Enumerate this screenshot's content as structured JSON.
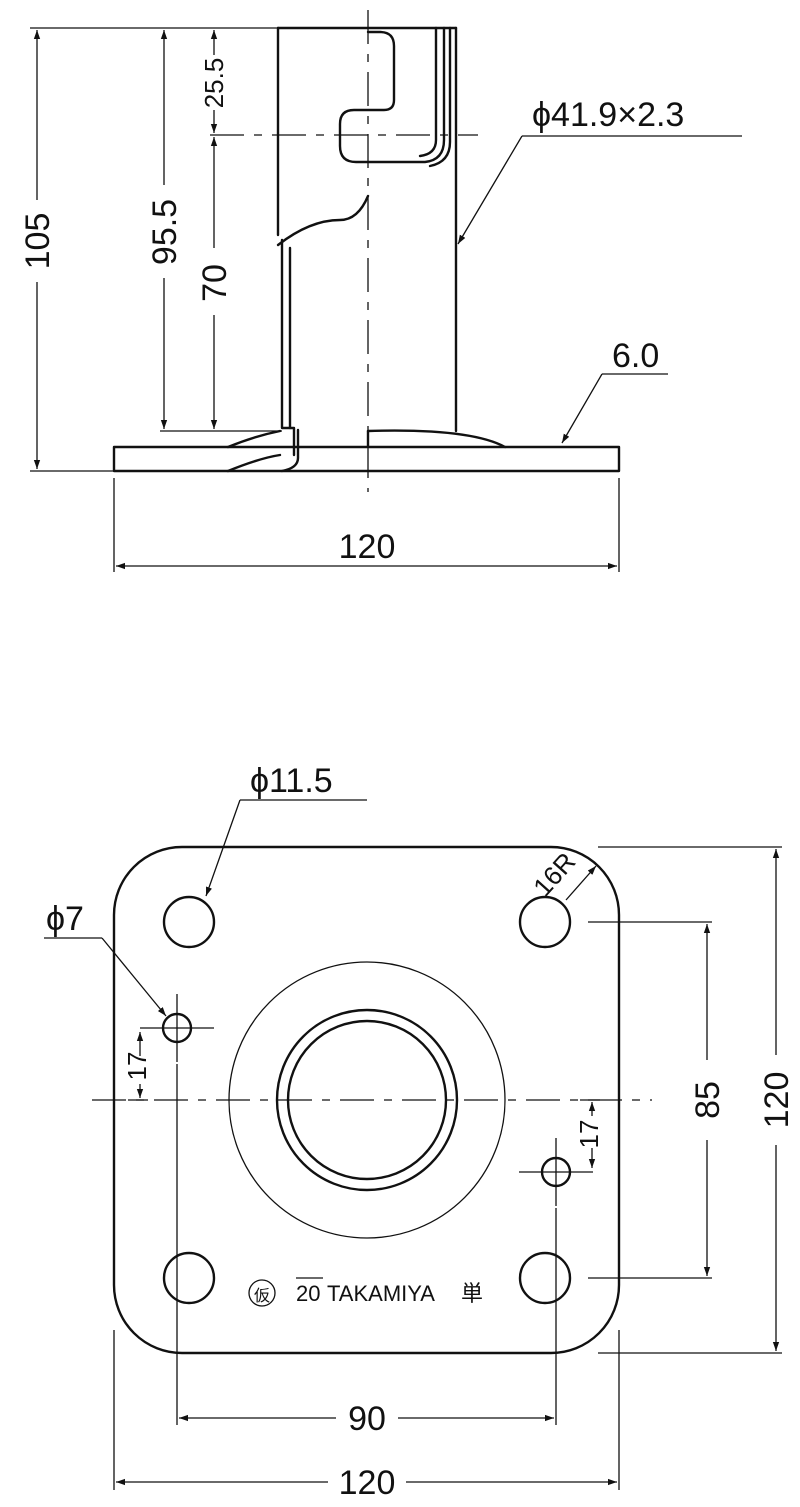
{
  "side_view": {
    "dim_height_total": "105",
    "dim_height_slot_bottom": "95.5",
    "dim_slot": "25.5",
    "dim_height_center": "70",
    "dim_pipe": "ϕ41.9×2.3",
    "dim_plate_thickness": "6.0",
    "dim_plate_width": "120"
  },
  "top_view": {
    "dim_hole_large": "ϕ11.5",
    "dim_hole_small": "ϕ7",
    "dim_corner_radius": "16R",
    "dim_offset_left": "17",
    "dim_offset_right": "17",
    "dim_hole_pitch_vertical": "85",
    "dim_plate_height": "120",
    "dim_hole_pitch_horizontal": "90",
    "dim_plate_width": "120"
  },
  "marking": {
    "symbol": "仮",
    "number": "20",
    "brand": "TAKAMIYA",
    "suffix": "単"
  }
}
